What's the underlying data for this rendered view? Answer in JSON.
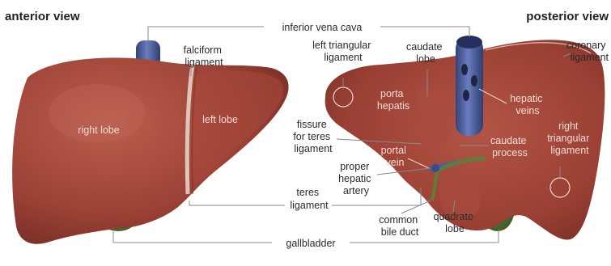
{
  "views": {
    "anterior": "anterior view",
    "posterior": "posterior view"
  },
  "labels": {
    "inferior_vena_cava": "inferior vena cava",
    "falciform_ligament": [
      "falciform",
      "ligament"
    ],
    "right_lobe": "right lobe",
    "left_lobe": "left lobe",
    "left_triangular_ligament": [
      "left triangular",
      "ligament"
    ],
    "caudate_lobe": [
      "caudate",
      "lobe"
    ],
    "coronary_ligament": [
      "coronary",
      "ligament"
    ],
    "porta_hepatis": [
      "porta",
      "hepatis"
    ],
    "hepatic_veins": [
      "hepatic",
      "veins"
    ],
    "fissure_for_teres_ligament": [
      "fissure",
      "for teres",
      "ligament"
    ],
    "portal_vein": [
      "portal",
      "vein"
    ],
    "caudate_process": [
      "caudate",
      "process"
    ],
    "right_triangular_ligament": [
      "right",
      "triangular",
      "ligament"
    ],
    "proper_hepatic_artery": [
      "proper",
      "hepatic",
      "artery"
    ],
    "teres_ligament": [
      "teres",
      "ligament"
    ],
    "common_bile_duct": [
      "common",
      "bile duct"
    ],
    "quadrate_lobe": [
      "quadrate",
      "lobe"
    ],
    "gallbladder": "gallbladder"
  },
  "colors": {
    "liver": "#9c4236",
    "liver_dark": "#6e2a22",
    "liver_light": "#b75a4b",
    "vena_cava": "#4d5f9e",
    "gallbladder": "#4d6b33",
    "ligament": "#e6d2c9",
    "leader_line": "#8a8a8a"
  }
}
